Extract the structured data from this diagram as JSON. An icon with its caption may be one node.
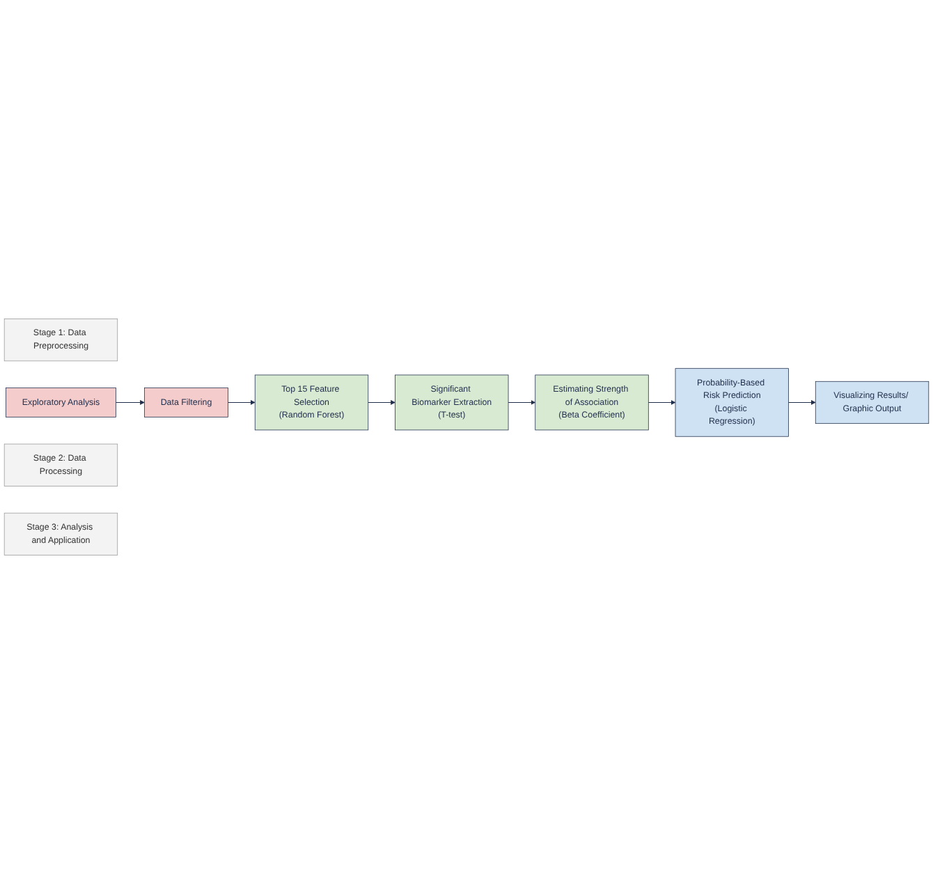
{
  "diagram": {
    "nodes": [
      {
        "text": [
          "Stage 1: Data Preprocessing"
        ]
      },
      {
        "text": [
          "Exploratory Analysis"
        ]
      },
      {
        "text": [
          "Data Filtering"
        ]
      },
      {
        "text": [
          "Stage 2: Data Processing"
        ]
      },
      {
        "text": [
          "Top 15 Feature Selection",
          "(Random Forest)"
        ]
      },
      {
        "text": [
          "Significant Biomarker Extraction",
          "(T-test)"
        ]
      },
      {
        "text": [
          "Estimating Strength of Association",
          "(Beta Coefficient)"
        ]
      },
      {
        "text": [
          "Stage 3: Analysis and Application"
        ]
      },
      {
        "text": [
          "Probability-Based Risk Prediction",
          "(Logistic Regression)"
        ]
      },
      {
        "text": [
          "Visualizing Results/ Graphic Output"
        ]
      }
    ],
    "edges": [
      {
        "from": 1,
        "to": 2,
        "arrow": "to"
      },
      {
        "from": 2,
        "to": 4,
        "arrow": "to"
      },
      {
        "from": 4,
        "to": 5,
        "arrow": "to"
      },
      {
        "from": 5,
        "to": 6,
        "arrow": "to"
      },
      {
        "from": 6,
        "to": 8,
        "arrow": "to"
      },
      {
        "from": 8,
        "to": 9,
        "arrow": "to"
      }
    ]
  }
}
